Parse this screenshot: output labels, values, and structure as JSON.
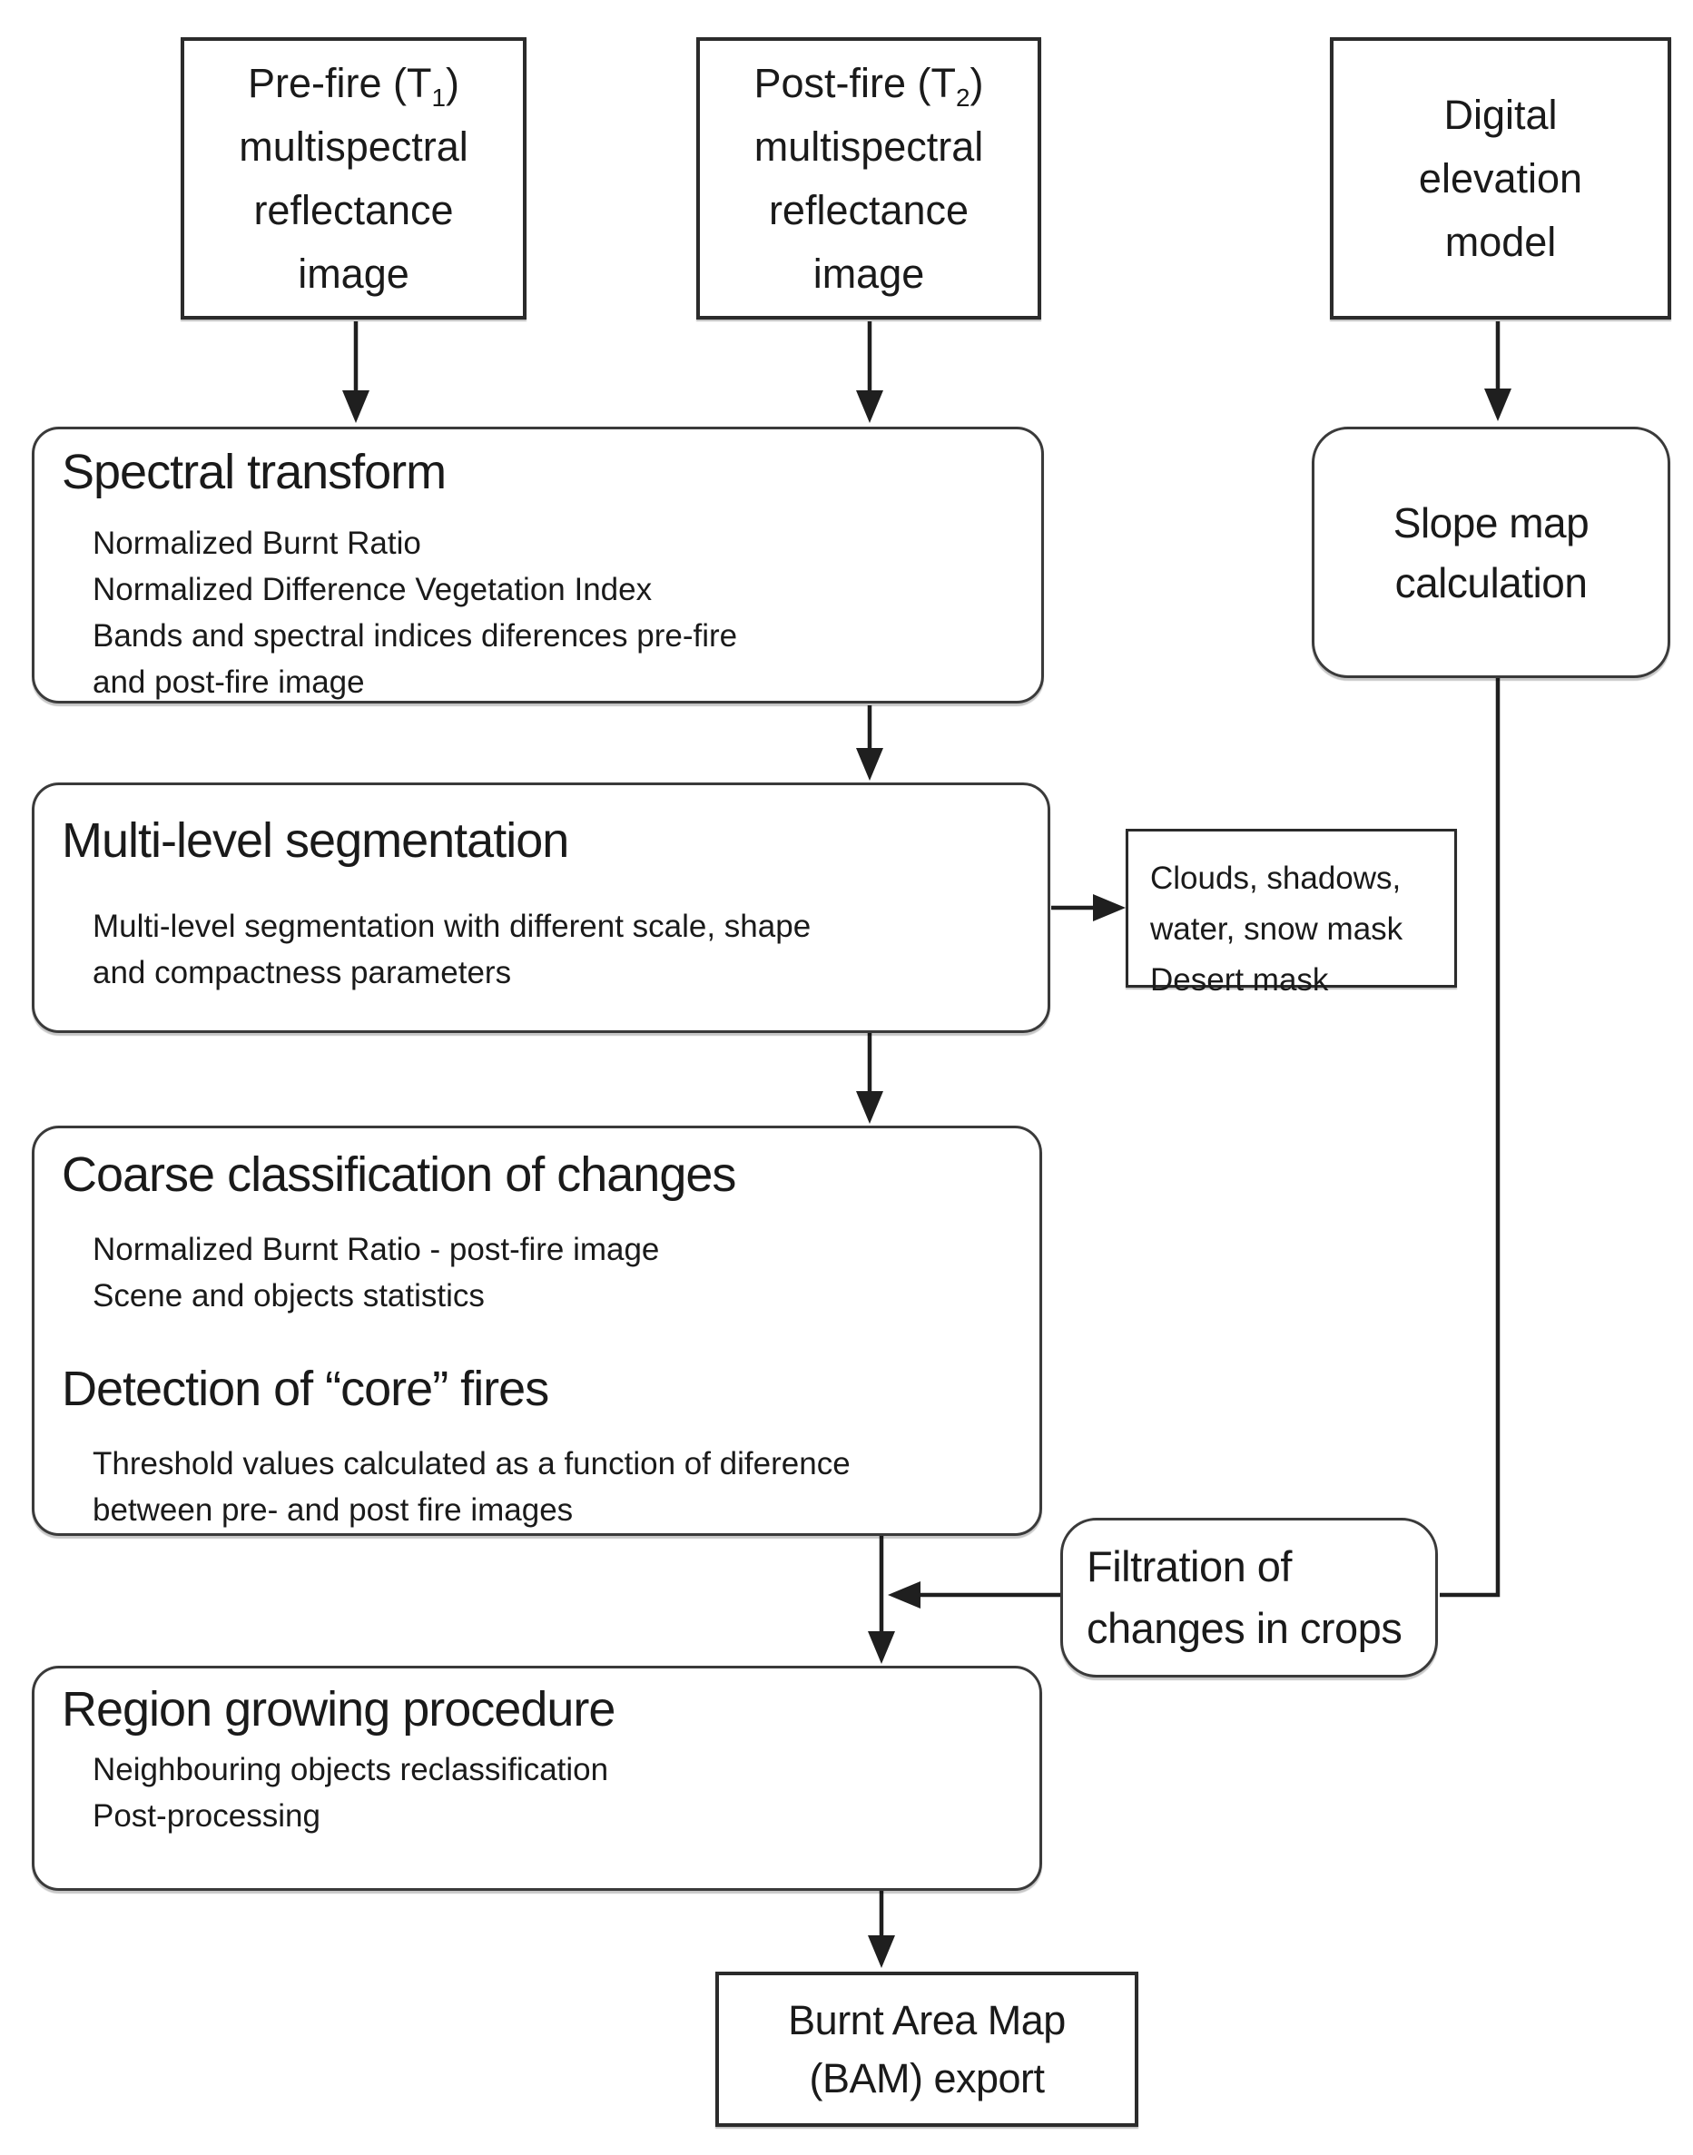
{
  "colors": {
    "background": "#ffffff",
    "line": "#1f1f1f",
    "text": "#1a1a1a",
    "box_fill": "#ffffff"
  },
  "nodes": {
    "prefire": {
      "title_pre": "Pre-fire (T",
      "title_sub": "1",
      "title_post": ")",
      "lines": [
        "multispectral",
        "reflectance",
        "image"
      ]
    },
    "postfire": {
      "title_pre": "Post-fire (T",
      "title_sub": "2",
      "title_post": ")",
      "lines": [
        "multispectral",
        "reflectance",
        "image"
      ]
    },
    "dem": {
      "lines": [
        "Digital",
        "elevation",
        "model"
      ]
    },
    "spectral": {
      "heading": "Spectral transform",
      "body": [
        "Normalized Burnt Ratio",
        "Normalized Difference Vegetation Index",
        "Bands and spectral indices diferences pre-fire",
        "and post-fire image"
      ]
    },
    "slope": {
      "lines": [
        "Slope map",
        "calculation"
      ]
    },
    "multilevel": {
      "heading": "Multi-level segmentation",
      "body": [
        "Multi-level segmentation with different scale, shape",
        "and compactness parameters"
      ]
    },
    "mask": {
      "lines": [
        "Clouds, shadows,",
        "water, snow mask",
        "Desert mask"
      ]
    },
    "coarse": {
      "heading": "Coarse classification of changes",
      "body": [
        "Normalized Burnt Ratio - post-fire image",
        "Scene and objects statistics"
      ],
      "heading2": "Detection of “core” fires",
      "body2": [
        "Threshold values calculated as a function of diference",
        "between pre- and post fire images"
      ]
    },
    "filtration": {
      "lines": [
        "Filtration of",
        "changes in crops"
      ]
    },
    "region": {
      "heading": "Region growing procedure",
      "body": [
        "Neighbouring objects reclassification",
        "Post-processing"
      ]
    },
    "bam": {
      "lines": [
        "Burnt Area Map",
        "(BAM) export"
      ]
    }
  },
  "edges": [
    {
      "from": "prefire",
      "to": "spectral",
      "type": "arrow"
    },
    {
      "from": "postfire",
      "to": "spectral",
      "type": "arrow"
    },
    {
      "from": "dem",
      "to": "slope",
      "type": "arrow"
    },
    {
      "from": "spectral",
      "to": "multilevel",
      "type": "arrow"
    },
    {
      "from": "multilevel",
      "to": "mask",
      "type": "arrow"
    },
    {
      "from": "multilevel",
      "to": "coarse",
      "type": "arrow"
    },
    {
      "from": "coarse",
      "to": "region",
      "type": "arrow"
    },
    {
      "from": "filtration",
      "to": "coarse-region-connector",
      "type": "arrow"
    },
    {
      "from": "slope",
      "to": "filtration",
      "type": "line"
    },
    {
      "from": "region",
      "to": "bam",
      "type": "arrow"
    }
  ]
}
